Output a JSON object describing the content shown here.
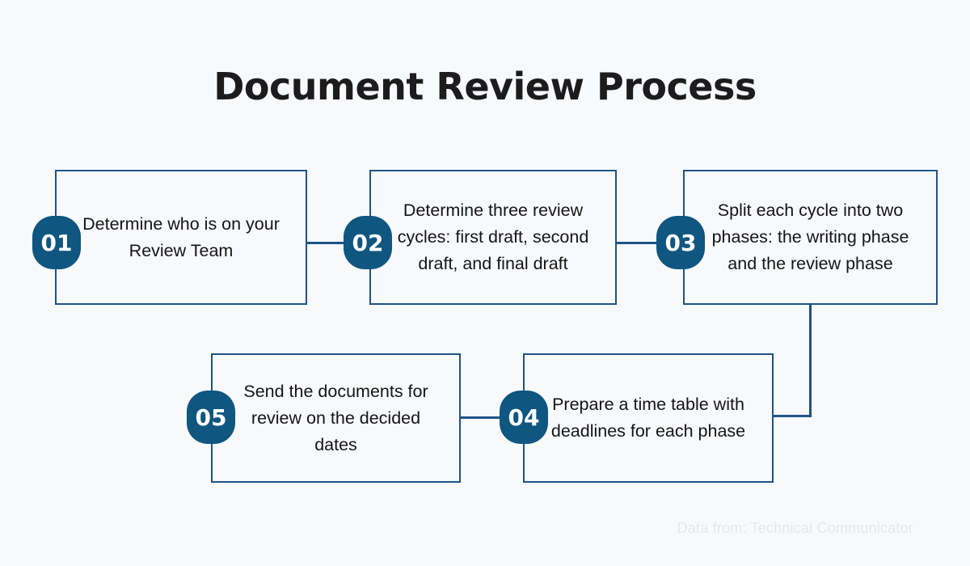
{
  "page": {
    "title": "Document Review Process",
    "background_color": "#f7f9fb",
    "accent_color": "#1e5486",
    "badge_color": "#0f5680",
    "text_color": "#151515"
  },
  "steps": [
    {
      "number": "01",
      "text": "Determine who is on your Review Team"
    },
    {
      "number": "02",
      "text": "Determine three review cycles: first draft, second draft, and final draft"
    },
    {
      "number": "03",
      "text": "Split each cycle into two phases: the writing phase and the review phase"
    },
    {
      "number": "04",
      "text": "Prepare a time table with deadlines for each phase"
    },
    {
      "number": "05",
      "text": "Send the documents for review on the decided dates"
    }
  ],
  "footer": {
    "source_note": "Data from: Technical Communicator"
  }
}
